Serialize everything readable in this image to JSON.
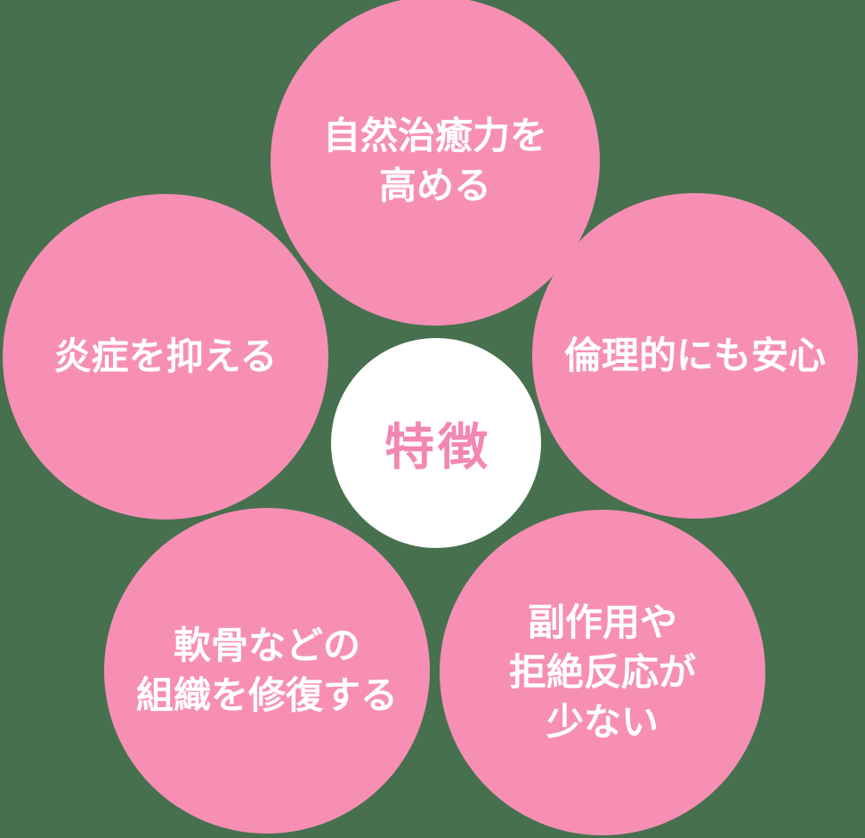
{
  "colors": {
    "background": "#47704E",
    "petal": "#F78FB5",
    "petal_text": "#FFFFFF",
    "center_background": "#FFFFFF",
    "center_text": "#F287B2"
  },
  "diagram": {
    "center_label": "特徴",
    "petals": [
      {
        "position": "top",
        "label": "自然治癒力を高める",
        "lines": [
          "自然治癒力を",
          "高める"
        ]
      },
      {
        "position": "left",
        "label": "炎症を抑える",
        "lines": [
          "炎症を抑える"
        ]
      },
      {
        "position": "right",
        "label": "倫理的にも安心",
        "lines": [
          "倫理的にも安心"
        ]
      },
      {
        "position": "bottom-left",
        "label": "軟骨などの組織を修復する",
        "lines": [
          "軟骨などの",
          "組織を修復する"
        ]
      },
      {
        "position": "bottom-right",
        "label": "副作用や拒絶反応が少ない",
        "lines": [
          "副作用や",
          "拒絶反応が",
          "少ない"
        ]
      }
    ]
  }
}
